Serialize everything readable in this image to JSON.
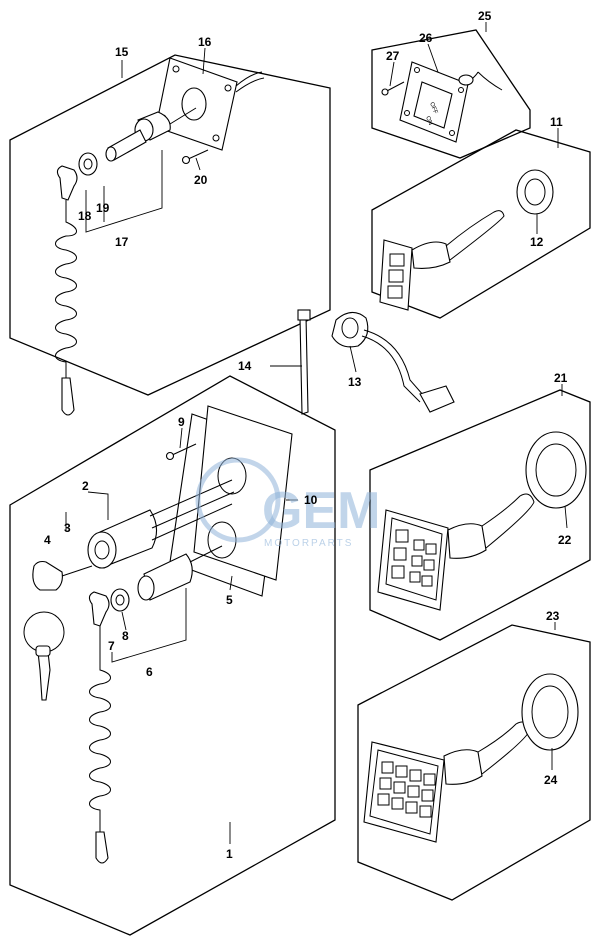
{
  "part_labels": {
    "p1": "1",
    "p2": "2",
    "p3": "3",
    "p4": "4",
    "p5": "5",
    "p6": "6",
    "p7": "7",
    "p8": "8",
    "p9": "9",
    "p10": "10",
    "p11": "11",
    "p12": "12",
    "p13": "13",
    "p14": "14",
    "p15": "15",
    "p16": "16",
    "p17": "17",
    "p18": "18",
    "p19": "19",
    "p20": "20",
    "p21": "21",
    "p22": "22",
    "p23": "23",
    "p24": "24",
    "p25": "25",
    "p26": "26",
    "p27": "27"
  },
  "switch_text": {
    "off": "OFF",
    "on": "ON"
  },
  "watermark": {
    "brand": "GEM",
    "sub": "MOTORPARTS",
    "color": "#8fb3d9"
  }
}
